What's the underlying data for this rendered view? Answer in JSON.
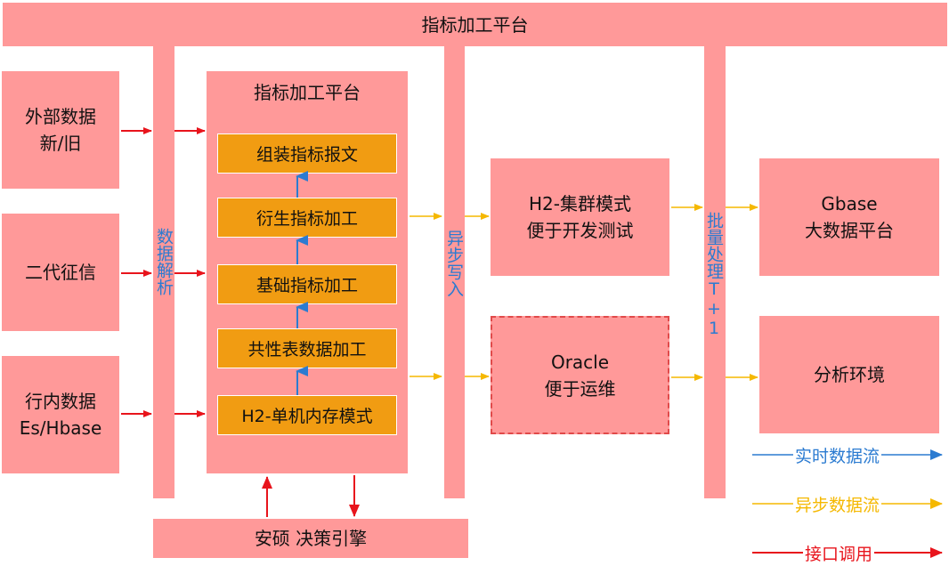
{
  "top_banner": "指标加工平台",
  "sources": [
    {
      "label": "外部数据\n新/旧"
    },
    {
      "label": "二代征信"
    },
    {
      "label": "行内数据\nEs/Hbase"
    }
  ],
  "parse_bar": "数据解析",
  "platform": {
    "title": "指标加工平台",
    "steps": [
      "组装指标报文",
      "衍生指标加工",
      "基础指标加工",
      "共性表数据加工",
      "H2-单机内存模式"
    ]
  },
  "async_bar": "异步写入",
  "h2_cluster": "H2-集群模式\n便于开发测试",
  "oracle": "Oracle\n便于运维",
  "batch_bar": "批量处理T+1",
  "gbase": "Gbase\n大数据平台",
  "analysis": "分析环境",
  "engine": "安硕 决策引擎",
  "legend": {
    "realtime": "实时数据流",
    "async": "异步数据流",
    "api": "接口调用"
  },
  "colors": {
    "box_fill": "#ff9999",
    "orange": "#f19c12",
    "blue": "#2b7bd1",
    "yellow": "#f5b800",
    "red": "#e8141c"
  }
}
